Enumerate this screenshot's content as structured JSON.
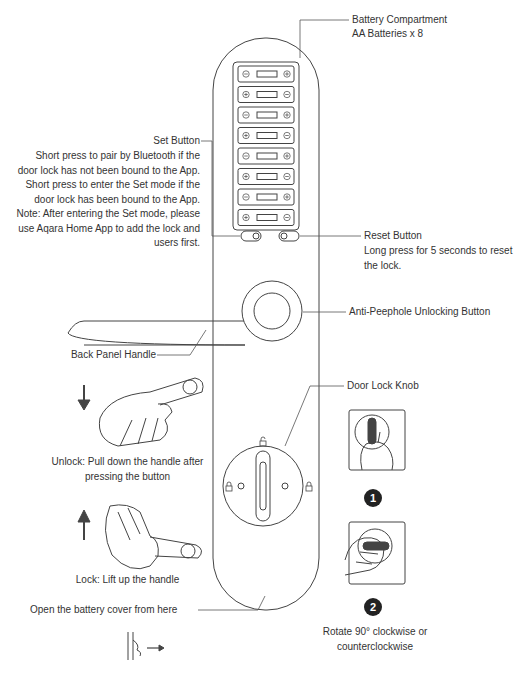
{
  "diagram": {
    "nodes": [
      {
        "text": [
          "1"
        ]
      },
      {
        "text": [
          "2"
        ]
      }
    ],
    "labels": [
      "Battery Compartment",
      "AA Batteries x 8",
      "Set Button",
      "Short press to pair by Bluetooth if the door lock has not been bound to the App.",
      "Short press to enter the Set mode if the door lock has been bound to the App.",
      "Note: After entering the Set mode, please use Aqara Home App to add the lock and users first.",
      "Reset Button",
      "Long press for 5 seconds to reset the lock.",
      "Anti-Peephole Unlocking Button",
      "Back Panel Handle",
      "Door Lock Knob",
      "Unlock: Pull down the handle after pressing the button",
      "Lock: Lift up the handle",
      "Open the battery cover from here",
      "Rotate 90° clockwise or counterclockwise"
    ]
  }
}
